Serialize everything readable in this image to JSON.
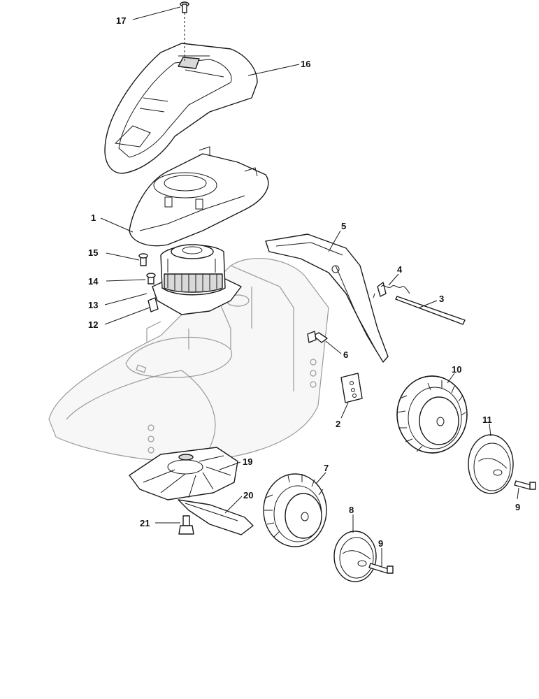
{
  "callouts": {
    "c1": "1",
    "c2": "2",
    "c3": "3",
    "c4": "4",
    "c5": "5",
    "c6": "6",
    "c7": "7",
    "c8": "8",
    "c9a": "9",
    "c9b": "9",
    "c10": "10",
    "c11": "11",
    "c12": "12",
    "c13": "13",
    "c14": "14",
    "c15": "15",
    "c16": "16",
    "c17": "17",
    "c19": "19",
    "c20": "20",
    "c21": "21"
  },
  "colors": {
    "line": "#1a1a1a",
    "ghost": "#9a9a9a",
    "background": "#ffffff"
  }
}
